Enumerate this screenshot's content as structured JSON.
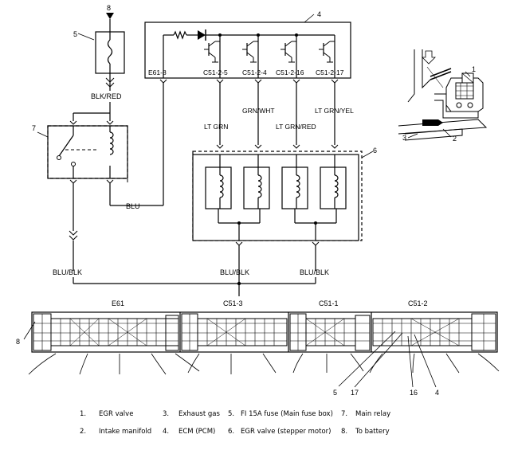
{
  "callouts": {
    "n1": "1",
    "n2": "2",
    "n3": "3",
    "n4": "4",
    "n5": "5",
    "n6": "6",
    "n7": "7",
    "n8": "8",
    "n16": "16",
    "n17": "17"
  },
  "wires": {
    "blk_red": "BLK/RED",
    "blu": "BLU",
    "blu_blk_left": "BLU/BLK",
    "blu_blk_mid": "BLU/BLK",
    "blu_blk_right": "BLU/BLK",
    "lt_grn": "LT GRN",
    "grn_wht": "GRN/WHT",
    "lt_grn_red": "LT GRN/RED",
    "lt_grn_yel": "LT GRN/YEL"
  },
  "ecm_pins": [
    "E61-8",
    "C51-2-5",
    "C51-2-4",
    "C51-2-16",
    "C51-2-17"
  ],
  "connectors": [
    "E61",
    "C51-3",
    "C51-1",
    "C51-2"
  ],
  "legend": [
    {
      "num": "1.",
      "text": "EGR valve"
    },
    {
      "num": "3.",
      "text": "Exhaust gas"
    },
    {
      "num": "5.",
      "text": "FI 15A fuse (Main fuse box)"
    },
    {
      "num": "7.",
      "text": "Main relay"
    },
    {
      "num": "2.",
      "text": "Intake manifold"
    },
    {
      "num": "4.",
      "text": "ECM (PCM)"
    },
    {
      "num": "6.",
      "text": "EGR valve (stepper motor)"
    },
    {
      "num": "8.",
      "text": "To battery"
    }
  ]
}
